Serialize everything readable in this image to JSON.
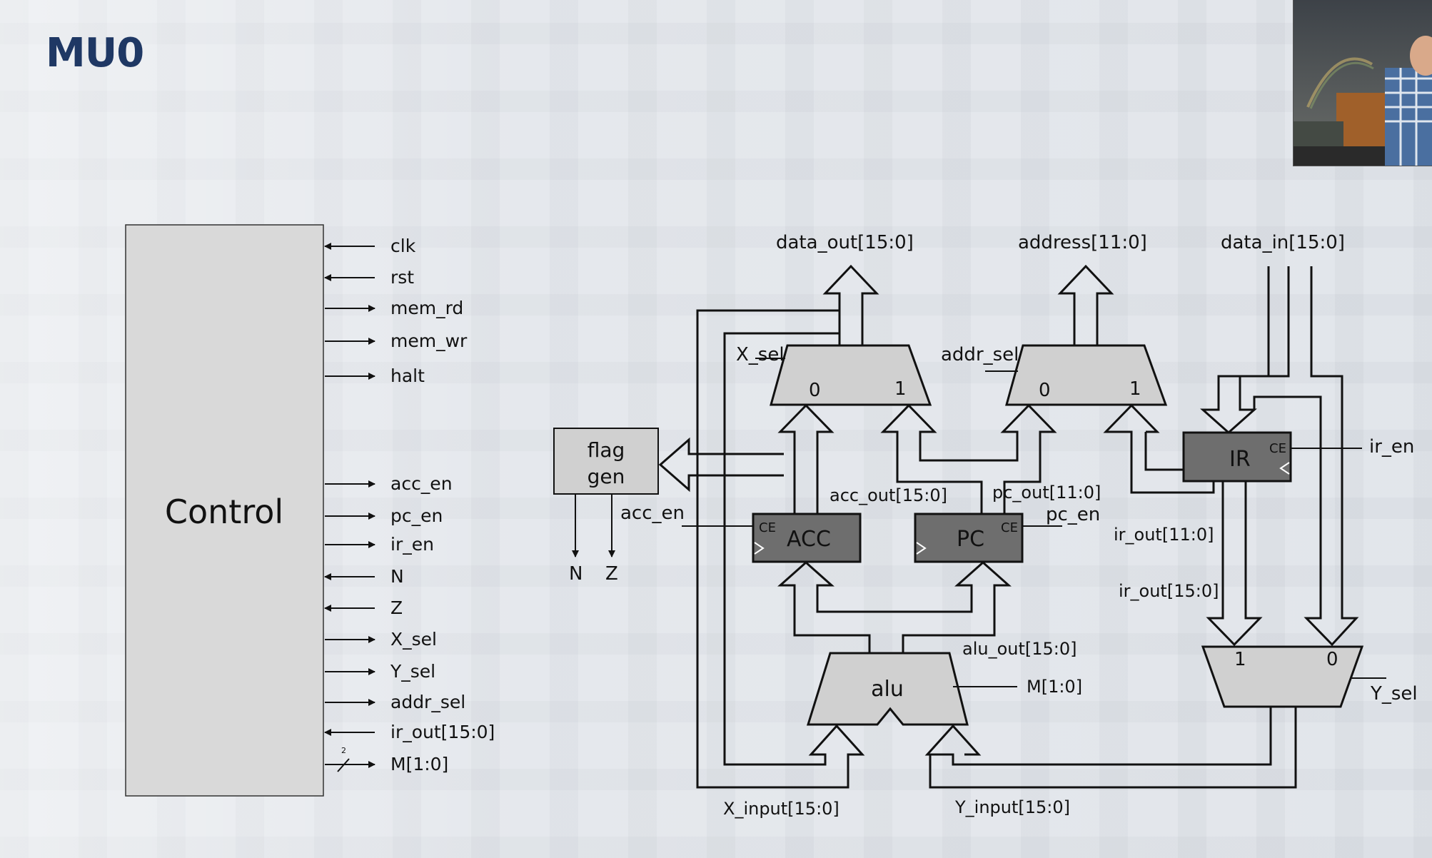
{
  "slide": {
    "title": "MU0"
  },
  "control": {
    "label": "Control",
    "signals": [
      {
        "label": "clk",
        "dir": "in"
      },
      {
        "label": "rst",
        "dir": "in"
      },
      {
        "label": "mem_rd",
        "dir": "out"
      },
      {
        "label": "mem_wr",
        "dir": "out"
      },
      {
        "label": "halt",
        "dir": "out"
      },
      {
        "label": "acc_en",
        "dir": "out"
      },
      {
        "label": "pc_en",
        "dir": "out"
      },
      {
        "label": "ir_en",
        "dir": "out"
      },
      {
        "label": "N",
        "dir": "in"
      },
      {
        "label": "Z",
        "dir": "in"
      },
      {
        "label": "X_sel",
        "dir": "out"
      },
      {
        "label": "Y_sel",
        "dir": "out"
      },
      {
        "label": "addr_sel",
        "dir": "out"
      },
      {
        "label": "ir_out[15:0]",
        "dir": "in"
      },
      {
        "label": "M[1:0]",
        "dir": "out"
      }
    ],
    "bus_width_mark": "2"
  },
  "datapath": {
    "data_out": "data_out[15:0]",
    "address": "address[11:0]",
    "data_in": "data_in[15:0]",
    "x_mux": {
      "sel": "X_sel",
      "in0": "0",
      "in1": "1"
    },
    "addr_mux": {
      "sel": "addr_sel",
      "in0": "0",
      "in1": "1"
    },
    "y_mux": {
      "sel": "Y_sel",
      "in0": "0",
      "in1": "1"
    },
    "flag_gen": {
      "line1": "flag",
      "line2": "gen",
      "out_n": "N",
      "out_z": "Z"
    },
    "acc": {
      "label": "ACC",
      "ce": "CE",
      "en": "acc_en",
      "out": "acc_out[15:0]"
    },
    "pc": {
      "label": "PC",
      "ce": "CE",
      "en": "pc_en",
      "out": "pc_out[11:0]"
    },
    "ir": {
      "label": "IR",
      "ce": "CE",
      "en": "ir_en"
    },
    "ir_out_11": "ir_out[11:0]",
    "ir_out_15": "ir_out[15:0]",
    "alu": {
      "label": "alu",
      "out": "alu_out[15:0]",
      "m": "M[1:0]"
    },
    "x_input": "X_input[15:0]",
    "y_input": "Y_input[15:0]"
  },
  "colors": {
    "title": "#1f3864",
    "control_fill": "#d9d9d9",
    "mux_fill": "#d0d0d0",
    "register_fill": "#6e6e6e"
  }
}
